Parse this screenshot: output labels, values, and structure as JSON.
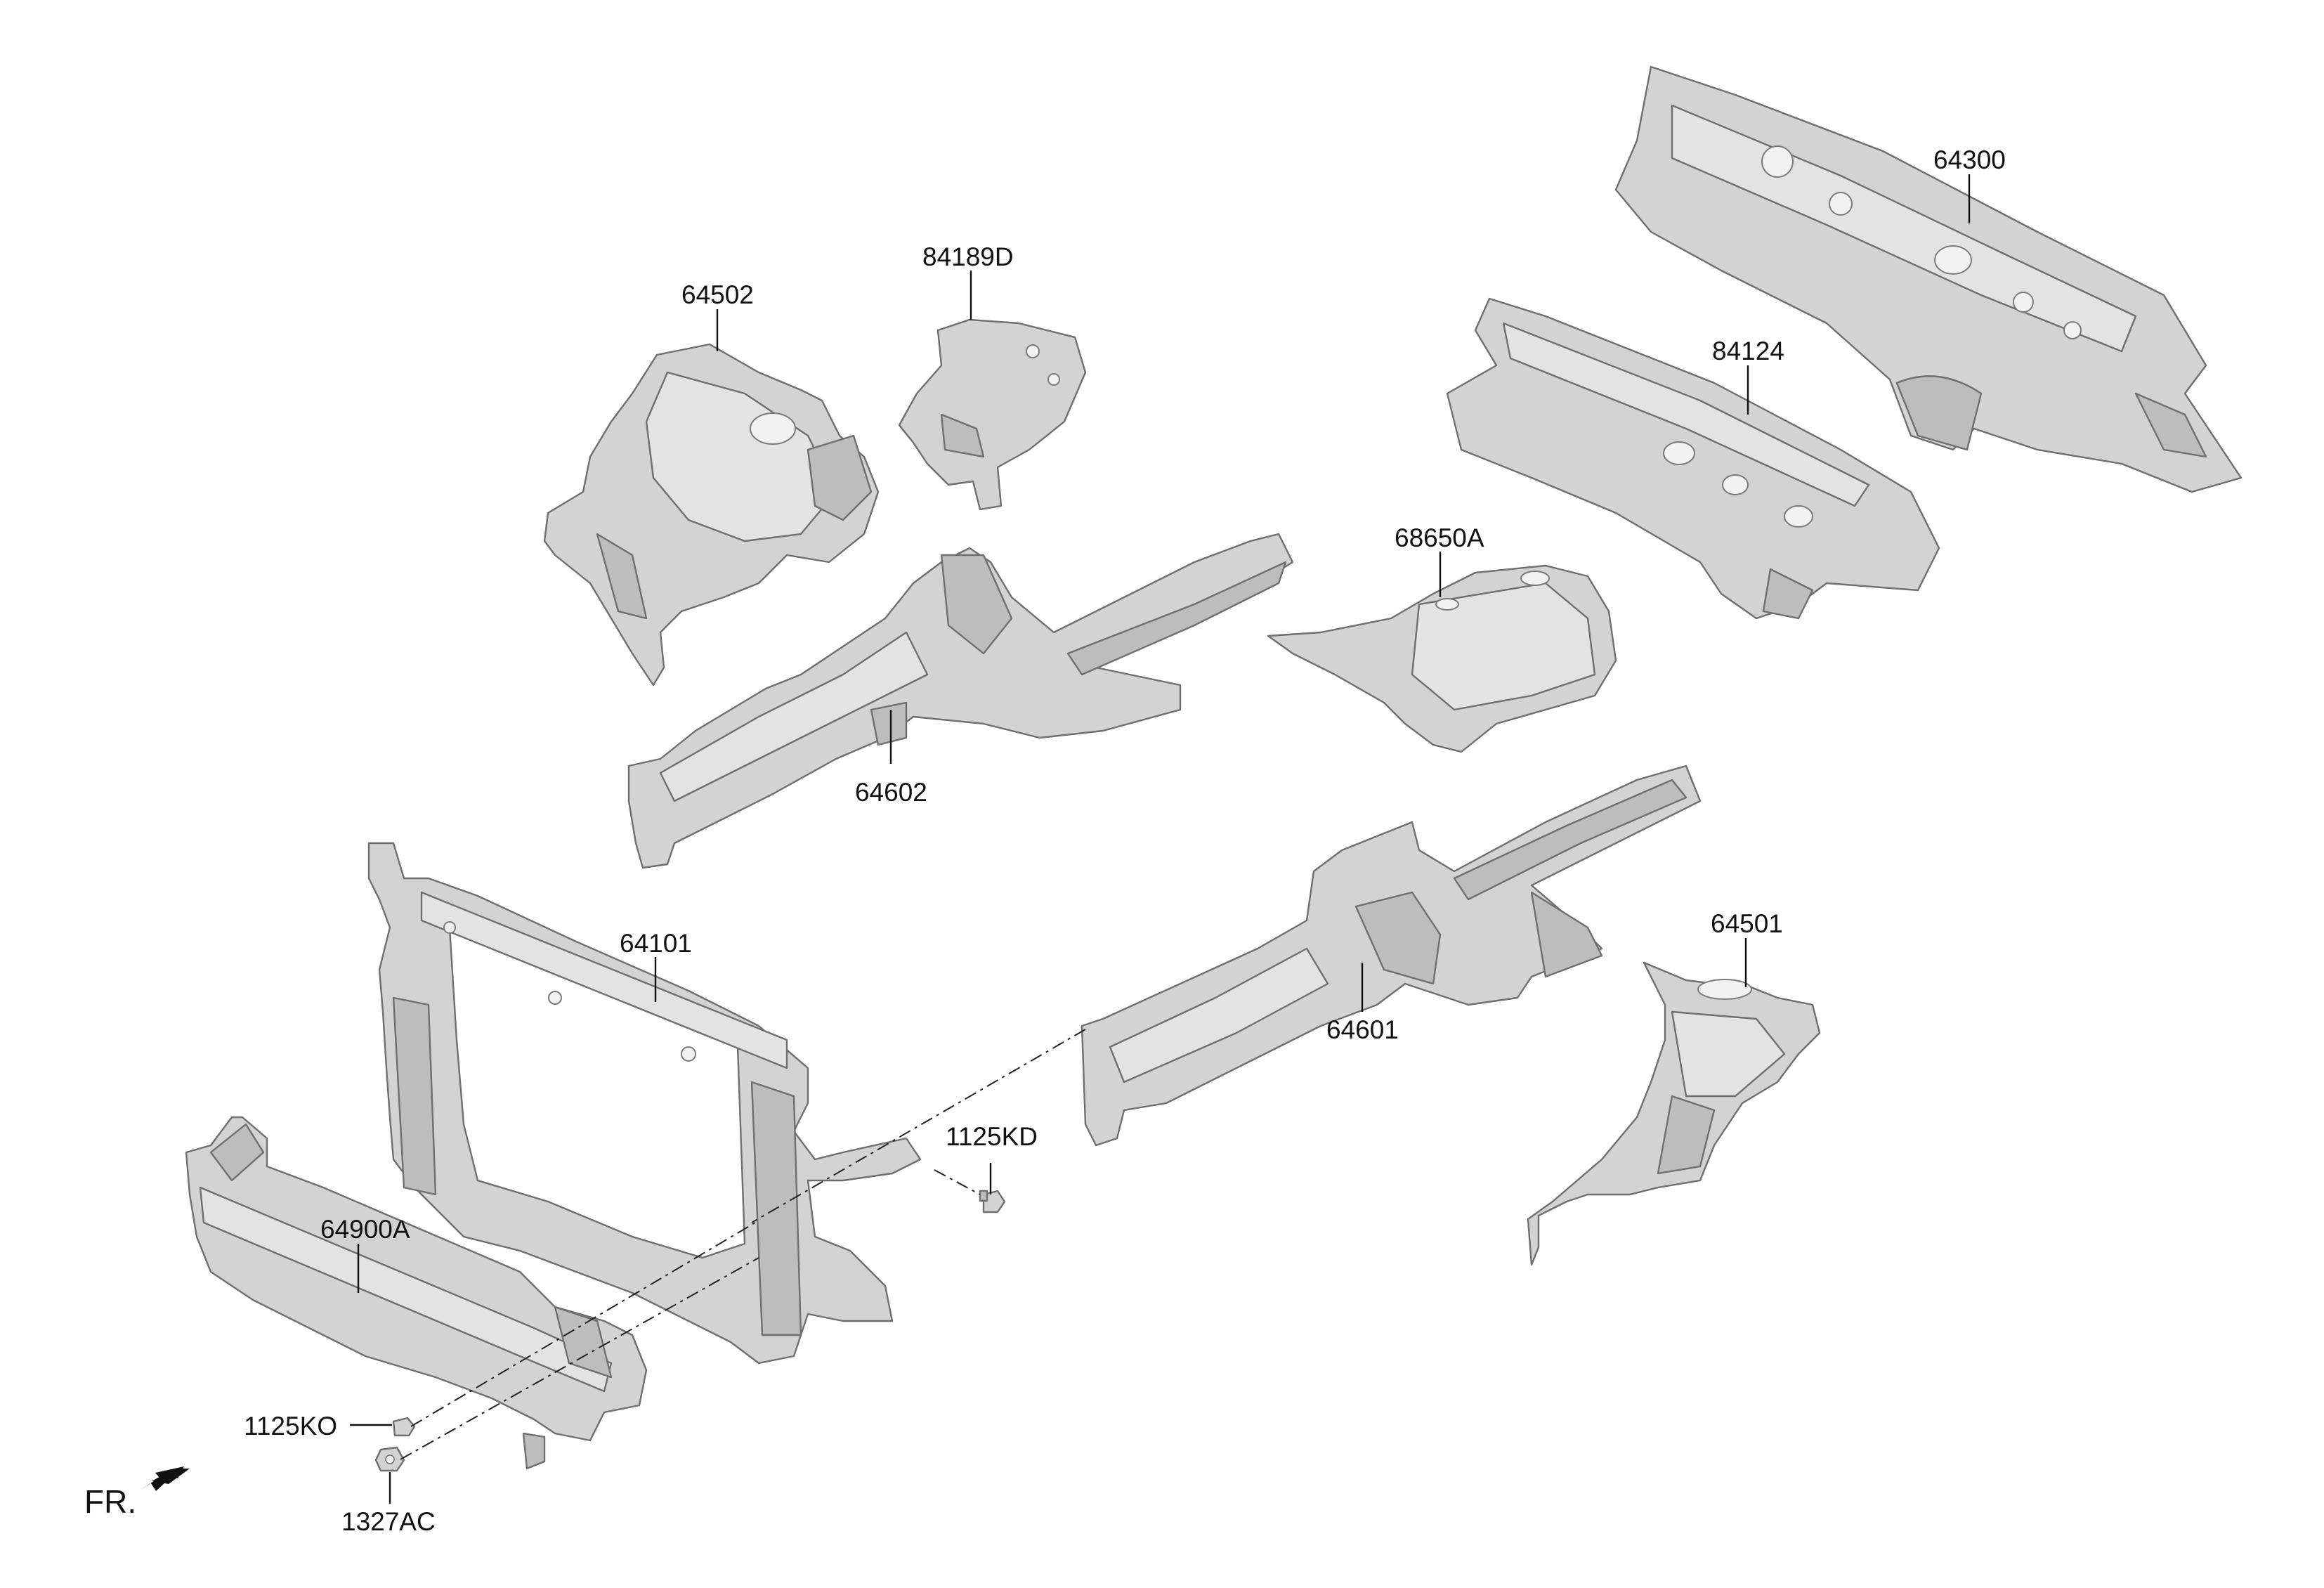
{
  "diagram": {
    "direction_label": "FR.",
    "parts": [
      {
        "id": "p64300",
        "label": "64300",
        "name": "dash-panel"
      },
      {
        "id": "p84124",
        "label": "84124",
        "name": "cowl-cross-member"
      },
      {
        "id": "p84189D",
        "label": "84189D",
        "name": "insulator-bracket"
      },
      {
        "id": "p64502",
        "label": "64502",
        "name": "fender-apron-rh"
      },
      {
        "id": "p68650A",
        "label": "68650A",
        "name": "heat-protector"
      },
      {
        "id": "p64602",
        "label": "64602",
        "name": "front-side-member-rh"
      },
      {
        "id": "p64101",
        "label": "64101",
        "name": "front-end-carrier"
      },
      {
        "id": "p64601",
        "label": "64601",
        "name": "front-side-member-lh"
      },
      {
        "id": "p64501",
        "label": "64501",
        "name": "fender-apron-lh"
      },
      {
        "id": "p1125KD",
        "label": "1125KD",
        "name": "bolt"
      },
      {
        "id": "p64900A",
        "label": "64900A",
        "name": "bumper-beam"
      },
      {
        "id": "p1125KO",
        "label": "1125KO",
        "name": "bolt"
      },
      {
        "id": "p1327AC",
        "label": "1327AC",
        "name": "nut"
      }
    ]
  }
}
